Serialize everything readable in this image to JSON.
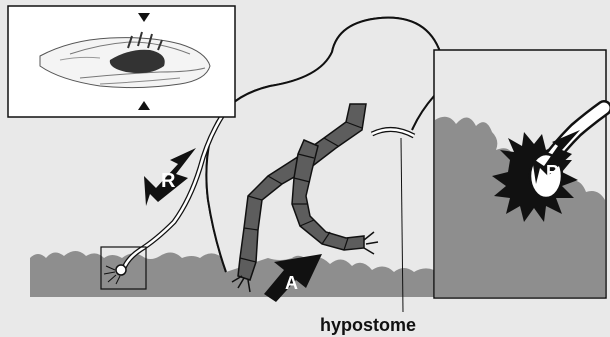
{
  "labels": {
    "hypostome": "hypostome",
    "arrow_r_main": "R",
    "arrow_a": "A",
    "arrow_r_inset": "R"
  },
  "colors": {
    "background": "#e9e9e9",
    "ground": "#8e8e8e",
    "leg": "#5d5d5d",
    "outline": "#111111",
    "body": "#ffffff"
  }
}
